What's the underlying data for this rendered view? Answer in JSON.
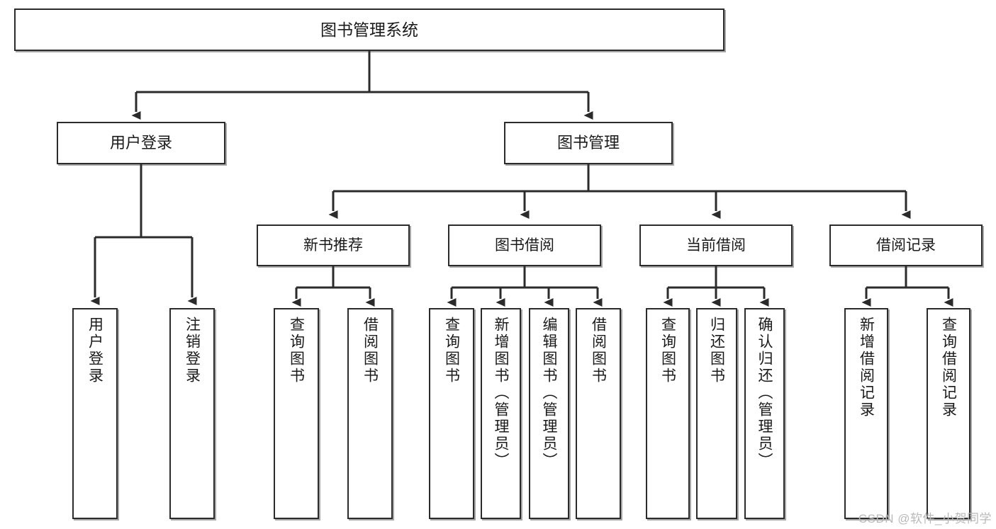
{
  "diagram": {
    "title": "图书管理系统",
    "watermark": "CSDN @软件_小贺同学",
    "colors": {
      "box_border": "#2b2b2b",
      "box_fill": "#ffffff",
      "connector": "#2b2b2b",
      "text": "#1a1a1a",
      "watermark": "#b9b9b9",
      "background": "#ffffff"
    },
    "root": {
      "label": "图书管理系统"
    },
    "level1": [
      {
        "label": "用户登录"
      },
      {
        "label": "图书管理"
      }
    ],
    "level2": [
      {
        "label": "新书推荐"
      },
      {
        "label": "图书借阅"
      },
      {
        "label": "当前借阅"
      },
      {
        "label": "借阅记录"
      }
    ],
    "leaves": {
      "user_login": [
        {
          "label": "用户登录"
        },
        {
          "label": "注销登录"
        }
      ],
      "new_book": [
        {
          "label": "查询图书"
        },
        {
          "label": "借阅图书"
        }
      ],
      "book_borrow": [
        {
          "label": "查询图书"
        },
        {
          "label": "新增图书（管理员）"
        },
        {
          "label": "编辑图书（管理员）"
        },
        {
          "label": "借阅图书"
        }
      ],
      "current_borrow": [
        {
          "label": "查询图书"
        },
        {
          "label": "归还图书"
        },
        {
          "label": "确认归还（管理员）"
        }
      ],
      "borrow_record": [
        {
          "label": "新增借阅记录"
        },
        {
          "label": "查询借阅记录"
        }
      ]
    }
  }
}
